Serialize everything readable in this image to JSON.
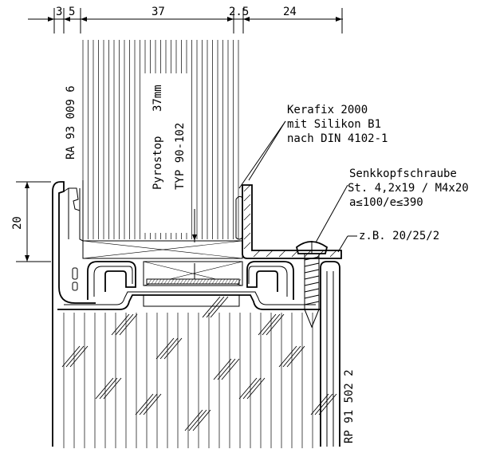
{
  "dimensions": {
    "top": [
      "3",
      "5",
      "37",
      "2.5",
      "24"
    ],
    "left": "20"
  },
  "labels": {
    "profile_top": "RA 93 009 6",
    "profile_bottom": "RP 91 502 2",
    "glass_product": "Pyrostop",
    "glass_thickness": "37mm",
    "glass_type": "TYP 90-102",
    "sealant_line1": "Kerafix 2000",
    "sealant_line2": "mit Silikon B1",
    "sealant_line3": "nach DIN 4102-1",
    "screw_line1": "Senkkopfschraube",
    "screw_line2": "St. 4,2x19 / M4x20",
    "screw_line3": "a≤100/e≤390",
    "angle": "z.B. 20/25/2"
  }
}
